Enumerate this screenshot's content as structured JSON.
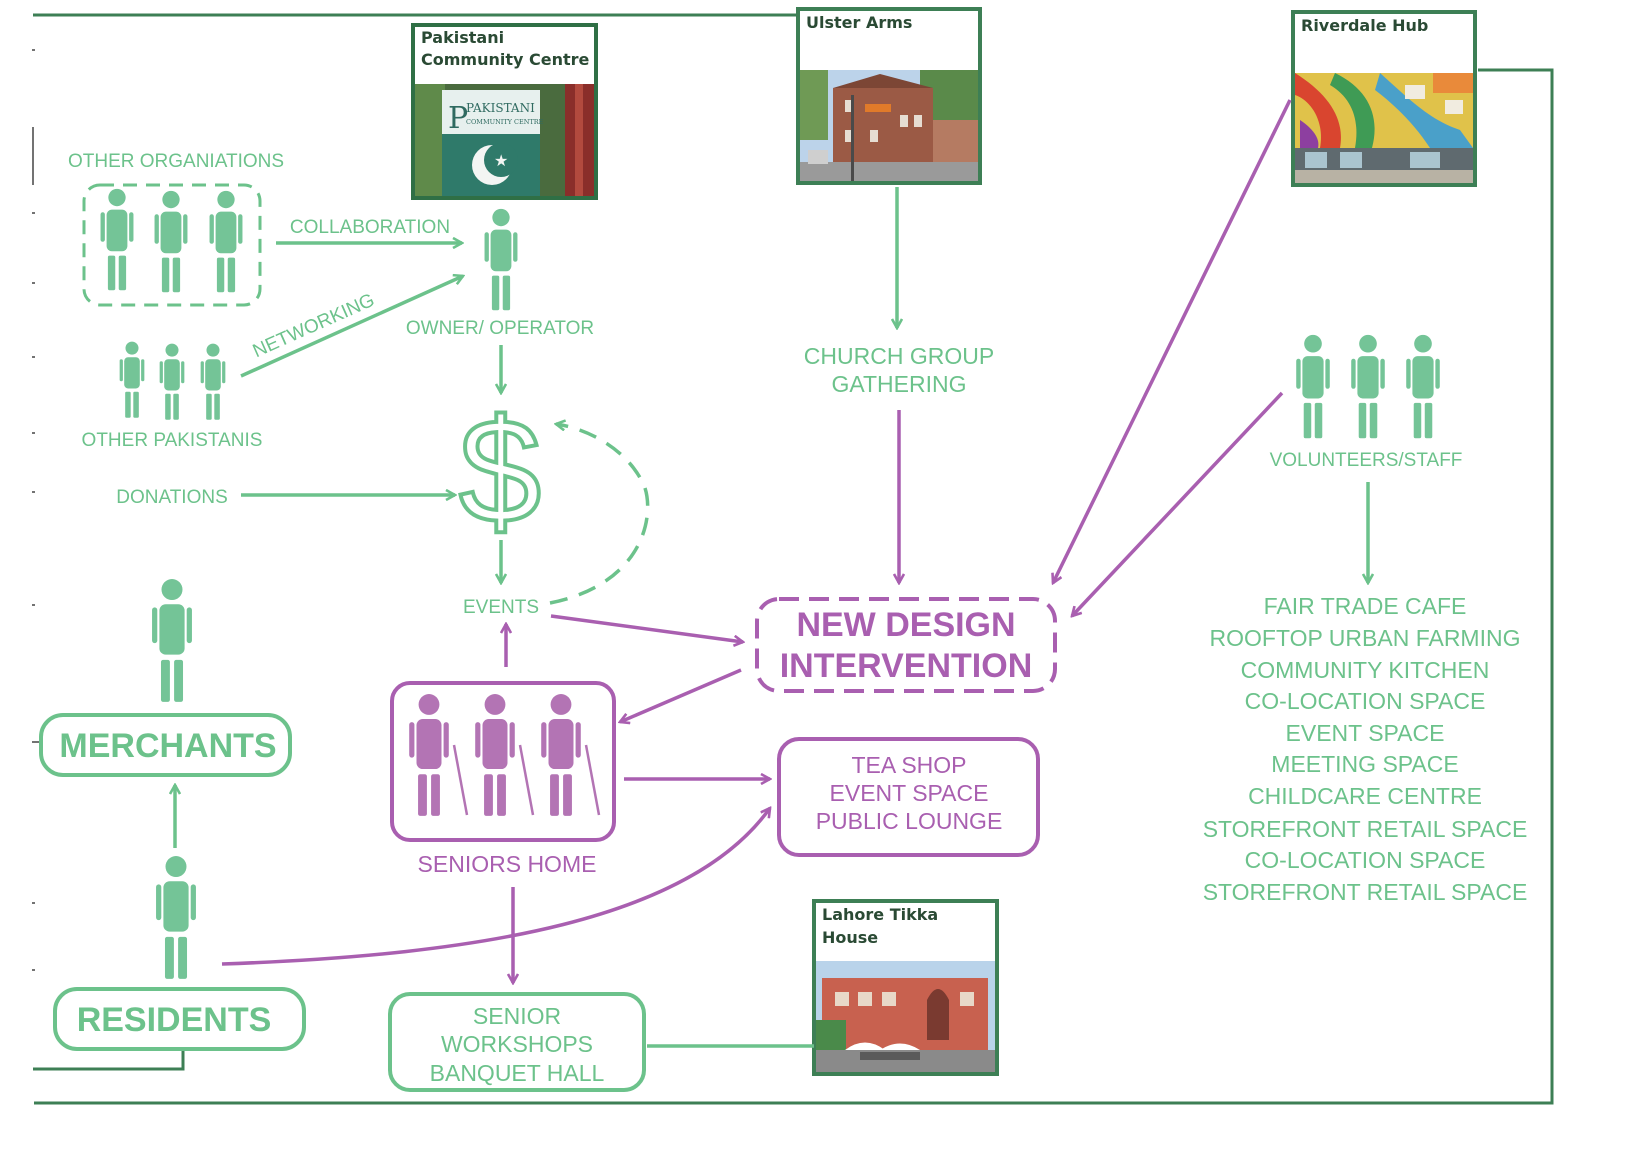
{
  "colors": {
    "green": "#6cc28b",
    "figure_green": "#74c497",
    "dark_green": "#2f6f45",
    "frame_green": "#3d7f55",
    "purple": "#a95fb0",
    "figure_purple": "#b374b4"
  },
  "places": {
    "pakistani": {
      "title_line1": "Pakistani",
      "title_line2": "Community Centre",
      "sign_text": "PAKISTANI",
      "sign_subtext": "COMMUNITY CENTRE"
    },
    "ulster": {
      "title": "Ulster Arms"
    },
    "riverdale": {
      "title": "Riverdale Hub"
    },
    "lahore": {
      "title_line1": "Lahore Tikka",
      "title_line2": "House"
    }
  },
  "labels": {
    "other_organisations": "OTHER ORGANIATIONS",
    "collaboration": "COLLABORATION",
    "networking": "NETWORKING",
    "owner_operator": "OWNER/ OPERATOR",
    "other_pakistanis": "OTHER PAKISTANIS",
    "donations": "DONATIONS",
    "dollar": "$",
    "events": "EVENTS",
    "church_line1": "CHURCH GROUP",
    "church_line2": "GATHERING",
    "volunteers": "VOLUNTEERS/STAFF",
    "seniors_home": "SENIORS HOME",
    "merchants": "MERCHANTS",
    "residents": "RESIDENTS"
  },
  "new_design": {
    "line1": "NEW DESIGN",
    "line2": "INTERVENTION"
  },
  "tea_shop_box": [
    "TEA SHOP",
    "EVENT SPACE",
    "PUBLIC LOUNGE"
  ],
  "senior_box": [
    "SENIOR",
    "WORKSHOPS",
    "BANQUET HALL"
  ],
  "amenities": [
    "FAIR TRADE CAFE",
    "ROOFTOP URBAN FARMING",
    "COMMUNITY KITCHEN",
    "CO-LOCATION SPACE",
    "EVENT SPACE",
    "MEETING SPACE",
    "CHILDCARE CENTRE",
    "STOREFRONT RETAIL SPACE",
    "CO-LOCATION SPACE",
    "STOREFRONT RETAIL SPACE"
  ]
}
